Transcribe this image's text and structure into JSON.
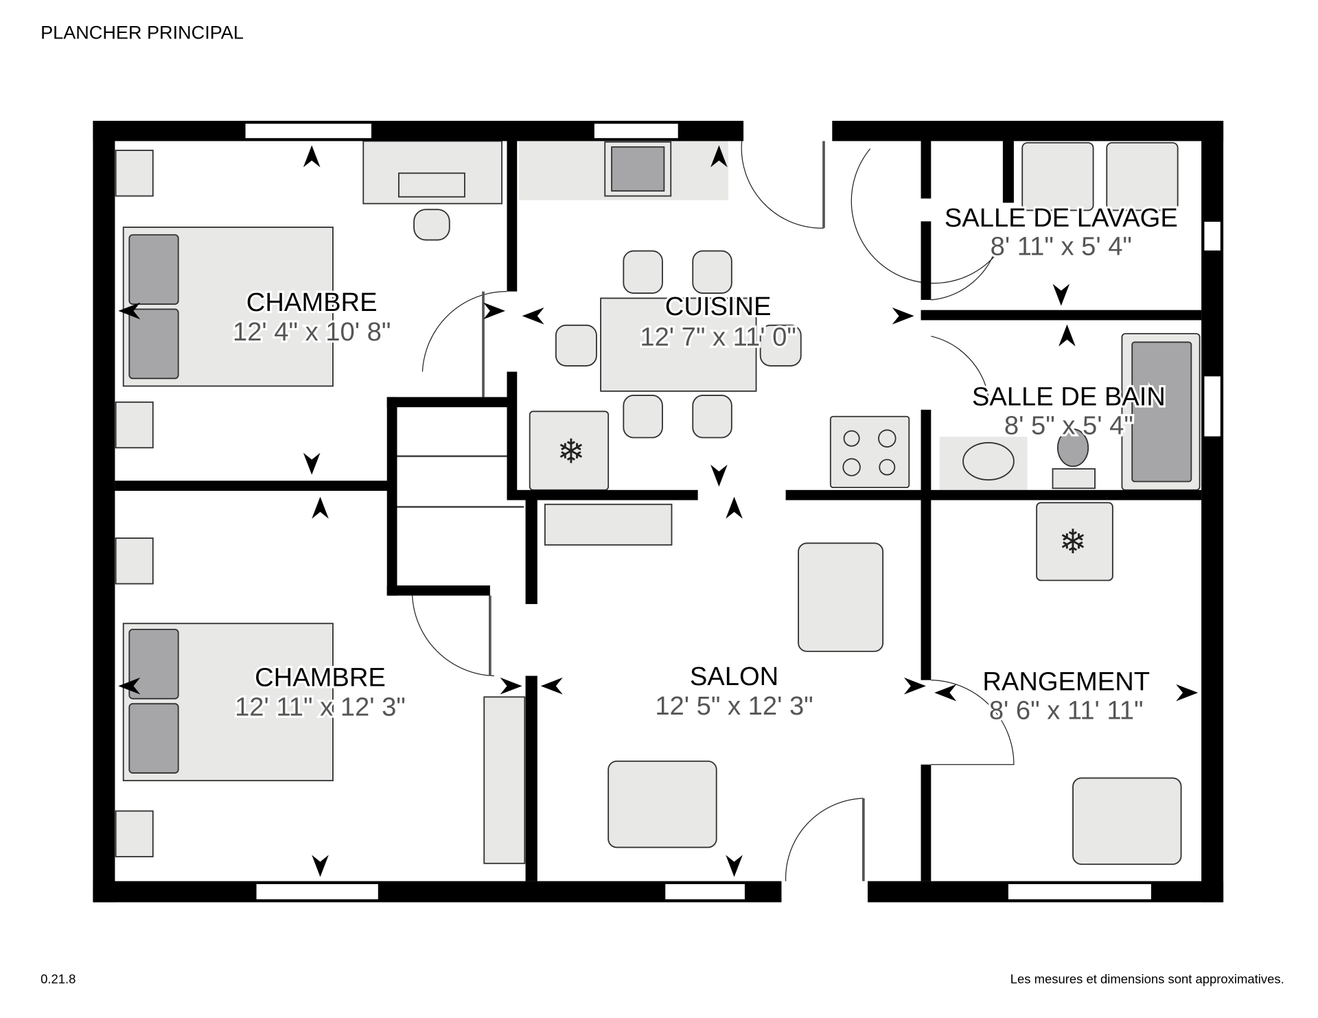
{
  "header": {
    "title": "PLANCHER PRINCIPAL"
  },
  "rooms": [
    {
      "name": "CHAMBRE",
      "dims": "12' 4\" x 10' 8\""
    },
    {
      "name": "CUISINE",
      "dims": "12' 7\" x 11' 0\""
    },
    {
      "name": "SALLE DE LAVAGE",
      "dims": "8' 11\" x 5' 4\""
    },
    {
      "name": "SALLE DE BAIN",
      "dims": "8' 5\" x 5' 4\""
    },
    {
      "name": "CHAMBRE",
      "dims": "12' 11\" x 12' 3\""
    },
    {
      "name": "SALON",
      "dims": "12' 5\" x 12' 3\""
    },
    {
      "name": "RANGEMENT",
      "dims": "8' 6\" x 11' 11\""
    }
  ],
  "footer": {
    "version": "0.21.8",
    "disclaimer": "Les mesures et dimensions sont approximatives."
  }
}
